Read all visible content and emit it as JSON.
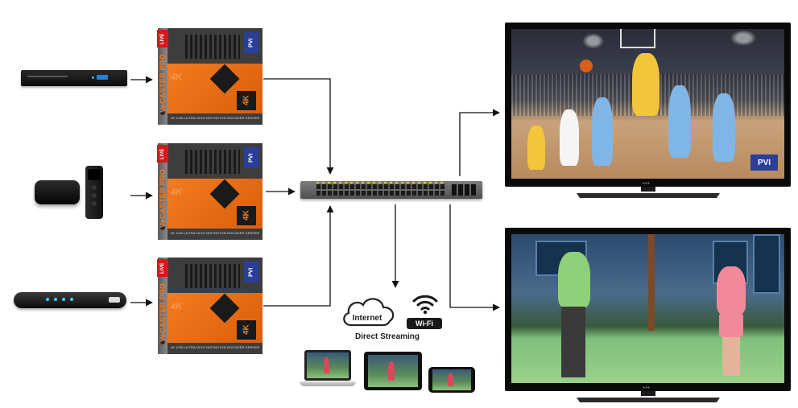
{
  "encoder": {
    "brand": "VeCASTER PRO",
    "live_badge": "LIVE",
    "model_badge": "PVI",
    "resolution_badge": "4K",
    "resolution_label": "4K",
    "description": "4K UHD ULTRA HIGH DEFINITION ENCODER SERVER"
  },
  "streaming": {
    "internet_label": "Internet",
    "wifi_label": "Wi-Fi",
    "direct_label": "Direct Streaming"
  },
  "displays": {
    "top_badge": "PVI",
    "tv_brand": "●●●"
  },
  "icons": {
    "sources": [
      "bluray-player-icon",
      "apple-tv-icon",
      "set-top-box-icon"
    ],
    "clients": [
      "laptop-icon",
      "tablet-icon",
      "smartphone-icon"
    ],
    "network": [
      "network-switch-icon",
      "cloud-icon",
      "wifi-icon"
    ]
  },
  "colors": {
    "encoder_orange": "#f47b20",
    "encoder_dark": "#3d3d3d",
    "pvi_blue": "#2a3e9a",
    "live_red": "#d8161b",
    "arrow": "#111111"
  }
}
